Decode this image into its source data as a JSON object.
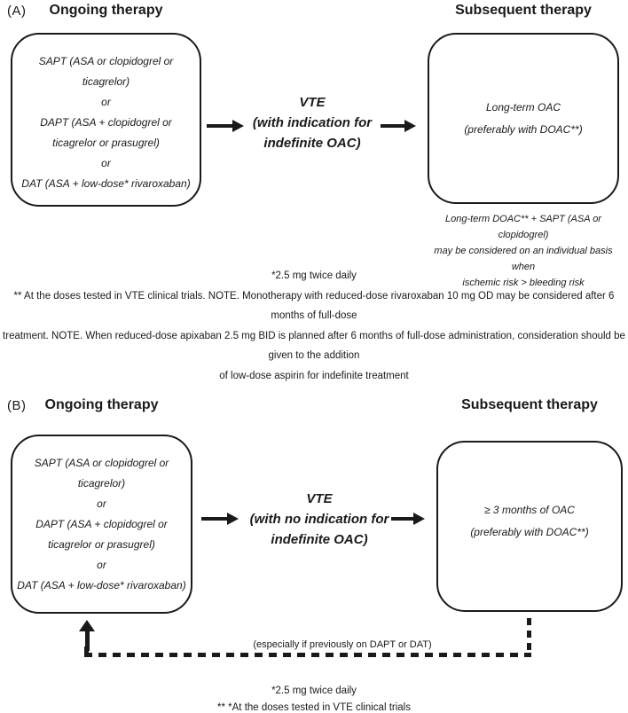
{
  "colors": {
    "ink": "#1a1a1a",
    "bg": "#ffffff"
  },
  "panel_a": {
    "label": "(A)",
    "ongoing_header": "Ongoing therapy",
    "subsequent_header": "Subsequent therapy",
    "ongoing_lines": [
      "SAPT (ASA or clopidogrel or",
      "ticagrelor)",
      "or",
      "DAPT (ASA + clopidogrel or",
      "ticagrelor or prasugrel)",
      "or",
      "DAT (ASA + low-dose* rivaroxaban)"
    ],
    "vte_lines": [
      "VTE",
      "(with indication for",
      "indefinite OAC)"
    ],
    "outcome_lines": [
      "Long-term OAC",
      "(preferably with DOAC**)"
    ],
    "caption_lines": [
      "Long-term DOAC** + SAPT (ASA or clopidogrel)",
      "may be considered on an individual basis when",
      "ischemic risk > bleeding risk"
    ],
    "footnotes": [
      "*2.5 mg twice daily",
      "** At the doses tested in VTE clinical trials. NOTE. Monotherapy with reduced-dose rivaroxaban 10 mg OD may be considered after 6 months of full-dose",
      "treatment. NOTE. When reduced-dose apixaban 2.5 mg BID is planned after 6 months of full-dose administration, consideration should be given to the addition",
      "of low-dose aspirin for indefinite treatment"
    ]
  },
  "panel_b": {
    "label": "(B)",
    "ongoing_header": "Ongoing therapy",
    "subsequent_header": "Subsequent therapy",
    "ongoing_lines": [
      "SAPT (ASA or clopidogrel or",
      "ticagrelor)",
      "or",
      "DAPT (ASA + clopidogrel or",
      "ticagrelor or prasugrel)",
      "or",
      "DAT (ASA + low-dose* rivaroxaban)"
    ],
    "vte_lines": [
      "VTE",
      "(with no indication for",
      "indefinite OAC)"
    ],
    "outcome_lines": [
      "≥ 3 months of OAC",
      "(preferably with DOAC**)"
    ],
    "feedback_label": "(especially if previously on DAPT or DAT)",
    "footnotes": [
      "*2.5 mg twice daily",
      "** *At the doses tested in VTE clinical trials"
    ]
  }
}
